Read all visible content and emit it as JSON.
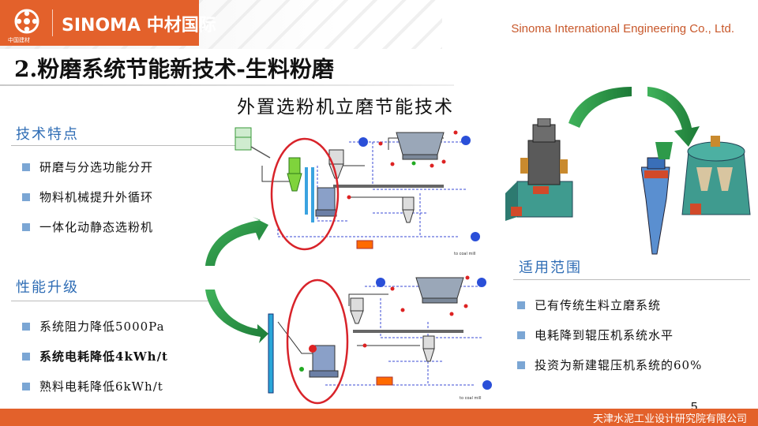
{
  "header": {
    "logo_mark_label": "中国建材",
    "logo_text": "SINOMA 中材国际",
    "company_en": "Sinoma International Engineering  Co., Ltd."
  },
  "title": "2.粉磨系统节能新技术-生料粉磨",
  "subtitle": "外置选粉机立磨节能技术",
  "sections": {
    "features": {
      "heading": "技术特点",
      "items": [
        "研磨与分选功能分开",
        "物料机械提升外循环",
        "一体化动静态选粉机"
      ]
    },
    "upgrade": {
      "heading": "性能升级",
      "items": [
        "系统阻力降低5000Pa",
        "系统电耗降低4kWh/t",
        "熟料电耗降低6kWh/t"
      ]
    },
    "scope": {
      "heading": "适用范围",
      "items": [
        "已有传统生料立磨系统",
        "电耗降到辊压机系统水平",
        "投资为新建辊压机系统的60%"
      ]
    }
  },
  "diagram_labels": {
    "top_outlet": "to coal mill",
    "bottom_outlet": "to coal mill"
  },
  "footer": {
    "text": "天津水泥工业设计研究院有限公司",
    "page": "5"
  },
  "colors": {
    "brand_orange": "#e3612b",
    "heading_blue": "#2f6db5",
    "bullet_blue": "#7ba6d4",
    "arrow_green": "#2e9a4a",
    "circle_red": "#d8232a"
  }
}
